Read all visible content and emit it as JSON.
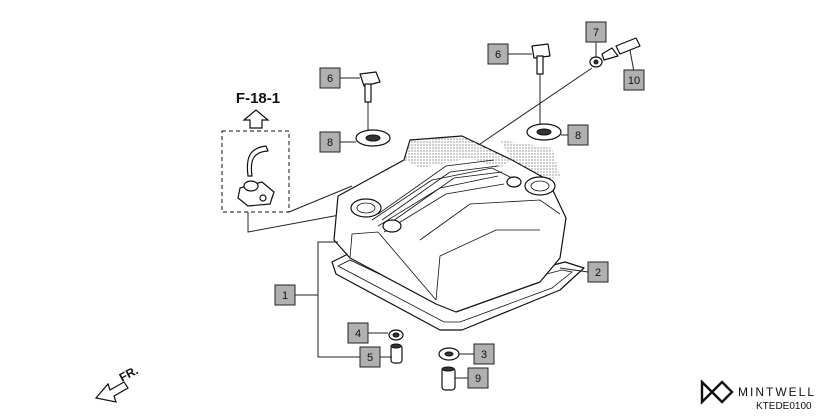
{
  "reference": {
    "label": "F-18-1"
  },
  "parts": [
    {
      "id": "tag-1",
      "number": "1"
    },
    {
      "id": "tag-2",
      "number": "2"
    },
    {
      "id": "tag-3",
      "number": "3"
    },
    {
      "id": "tag-4",
      "number": "4"
    },
    {
      "id": "tag-5",
      "number": "5"
    },
    {
      "id": "tag-6a",
      "number": "6"
    },
    {
      "id": "tag-6b",
      "number": "6"
    },
    {
      "id": "tag-7",
      "number": "7"
    },
    {
      "id": "tag-8a",
      "number": "8"
    },
    {
      "id": "tag-8b",
      "number": "8"
    },
    {
      "id": "tag-9",
      "number": "9"
    },
    {
      "id": "tag-10",
      "number": "10"
    }
  ],
  "front_indicator": {
    "label": "FR."
  },
  "brand": {
    "name": "MINTWELL",
    "code": "KTEDE0100"
  }
}
